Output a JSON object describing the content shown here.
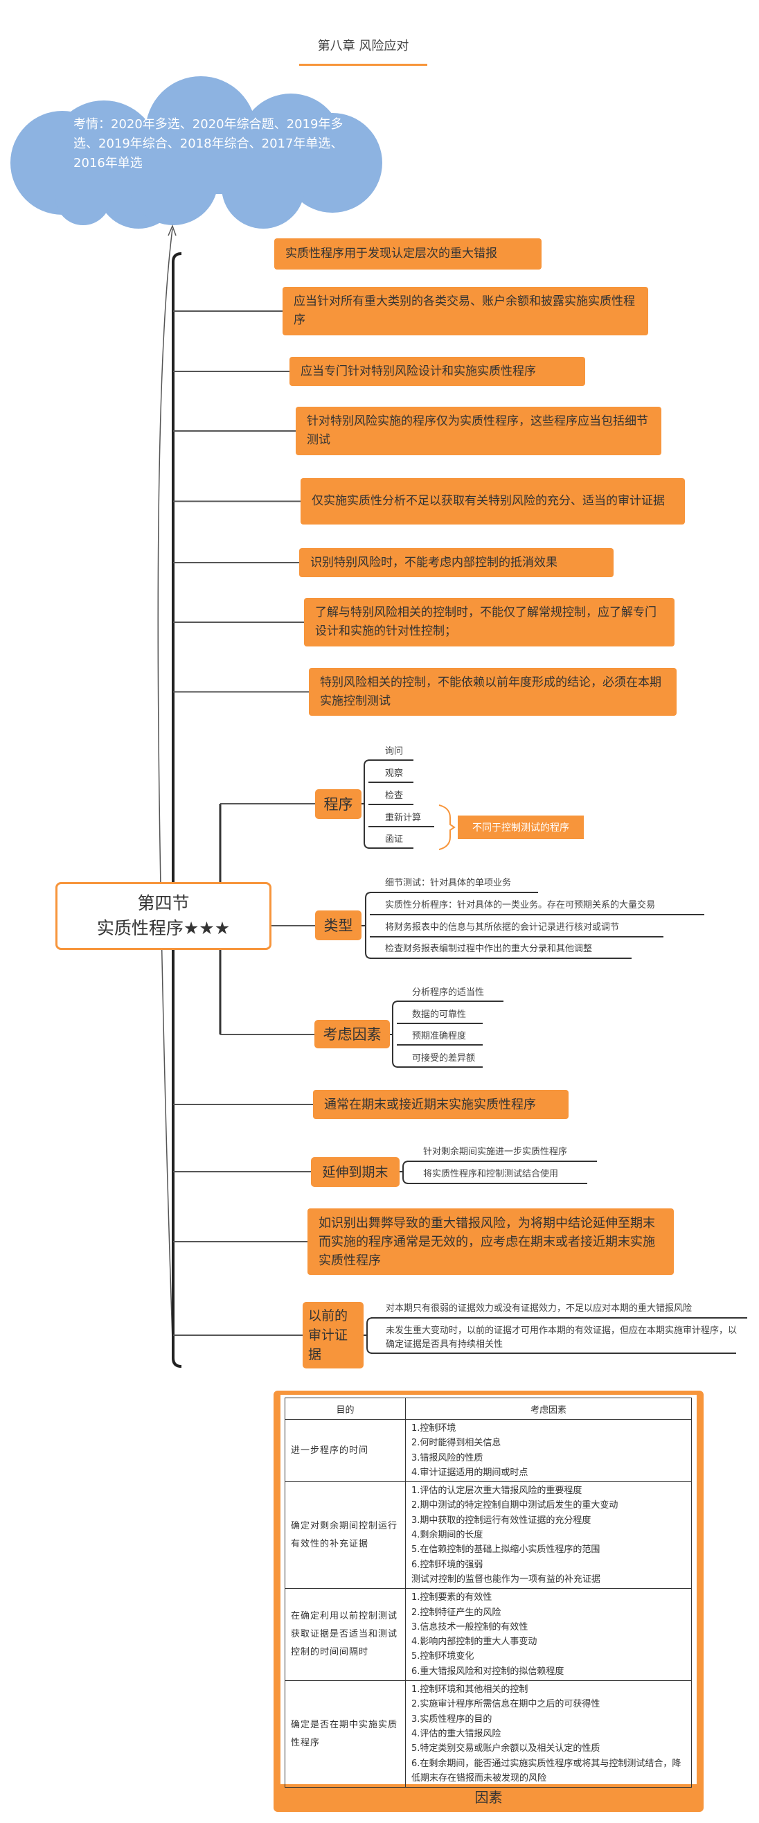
{
  "header": {
    "chapter_title": "第八章 风险应对"
  },
  "cloud": {
    "text": "考情：2020年多选、2020年综合题、2019年多选、2019年综合、2018年综合、2017年单选、2016年单选"
  },
  "center": {
    "line1": "第四节",
    "line2": "实质性程序★★★"
  },
  "branches": [
    "实质性程序用于发现认定层次的重大错报",
    "应当针对所有重大类别的各类交易、账户余额和披露实施实质性程序",
    "应当专门针对特别风险设计和实施实质性程序",
    "针对特别风险实施的程序仅为实质性程序，这些程序应当包括细节测试",
    "仅实施实质性分析不足以获取有关特别风险的充分、适当的审计证据",
    "识别特别风险时，不能考虑内部控制的抵消效果",
    "了解与特别风险相关的控制时，不能仅了解常规控制，应了解专门设计和实施的针对性控制；",
    "特别风险相关的控制，不能依赖以前年度形成的结论，必须在本期实施控制测试"
  ],
  "procedures": {
    "label": "程序",
    "children": [
      "询问",
      "观察",
      "检查",
      "重新计算",
      "函证"
    ],
    "note": "不同于控制测试的程序"
  },
  "types": {
    "label": "类型",
    "children": [
      "细节测试：针对具体的单项业务",
      "实质性分析程序：针对具体的一类业务。存在可预期关系的大量交易",
      "将财务报表中的信息与其所依据的会计记录进行核对或调节",
      "检查财务报表编制过程中作出的重大分录和其他调整"
    ]
  },
  "considerations": {
    "label": "考虑因素",
    "children": [
      "分析程序的适当性",
      "数据的可靠性",
      "预期准确程度",
      "可接受的差异额"
    ]
  },
  "timing": {
    "text": "通常在期末或接近期末实施实质性程序"
  },
  "extend": {
    "label": "延伸到期末",
    "children": [
      "针对剩余期间实施进一步实质性程序",
      "将实质性程序和控制测试结合使用"
    ]
  },
  "fraud": {
    "text": "如识别出舞弊导致的重大错报风险，为将期中结论延伸至期末而实施的程序通常是无效的，应考虑在期末或者接近期末实施实质性程序"
  },
  "prior": {
    "label": "以前的审计证据",
    "children": [
      "对本期只有很弱的证据效力或没有证据效力，不足以应对本期的重大错报风险",
      "未发生重大变动时，以前的证据才可用作本期的有效证据，但应在本期实施审计程序，以确定证据是否具有持续相关性"
    ]
  },
  "table": {
    "headers": [
      "目的",
      "考虑因素"
    ],
    "rows": [
      {
        "purpose": "进一步程序的时间",
        "factors": [
          "1.控制环境",
          "2.何时能得到相关信息",
          "3.错报风险的性质",
          "4.审计证据适用的期间或时点"
        ]
      },
      {
        "purpose": "确定对剩余期间控制运行有效性的补充证据",
        "factors": [
          "1.评估的认定层次重大错报风险的重要程度",
          "2.期中测试的特定控制自期中测试后发生的重大变动",
          "3.期中获取的控制运行有效性证据的充分程度",
          "4.剩余期间的长度",
          "5.在信赖控制的基础上拟缩小实质性程序的范围",
          "6.控制环境的强弱",
          "测试对控制的监督也能作为一项有益的补充证据"
        ]
      },
      {
        "purpose": "在确定利用以前控制测试获取证据是否适当和测试控制的时间间隔时",
        "factors": [
          "1.控制要素的有效性",
          "2.控制特征产生的风险",
          "3.信息技术一般控制的有效性",
          "4.影响内部控制的重大人事变动",
          "5.控制环境变化",
          "6.重大错报风险和对控制的拟信赖程度"
        ]
      },
      {
        "purpose": "确定是否在期中实施实质性程序",
        "factors": [
          "1.控制环境和其他相关的控制",
          "2.实施审计程序所需信息在期中之后的可获得性",
          "3.实质性程序的目的",
          "4.评估的重大错报风险",
          "5.特定类别交易或账户余额以及相关认定的性质",
          "6.在剩余期间，能否通过实施实质性程序或将其与控制测试结合，降低期末存在错报而未被发现的风险"
        ]
      }
    ],
    "caption": "因素"
  },
  "colors": {
    "accent": "#f7953b",
    "cloud": "#8db3e1",
    "line": "#333333"
  }
}
